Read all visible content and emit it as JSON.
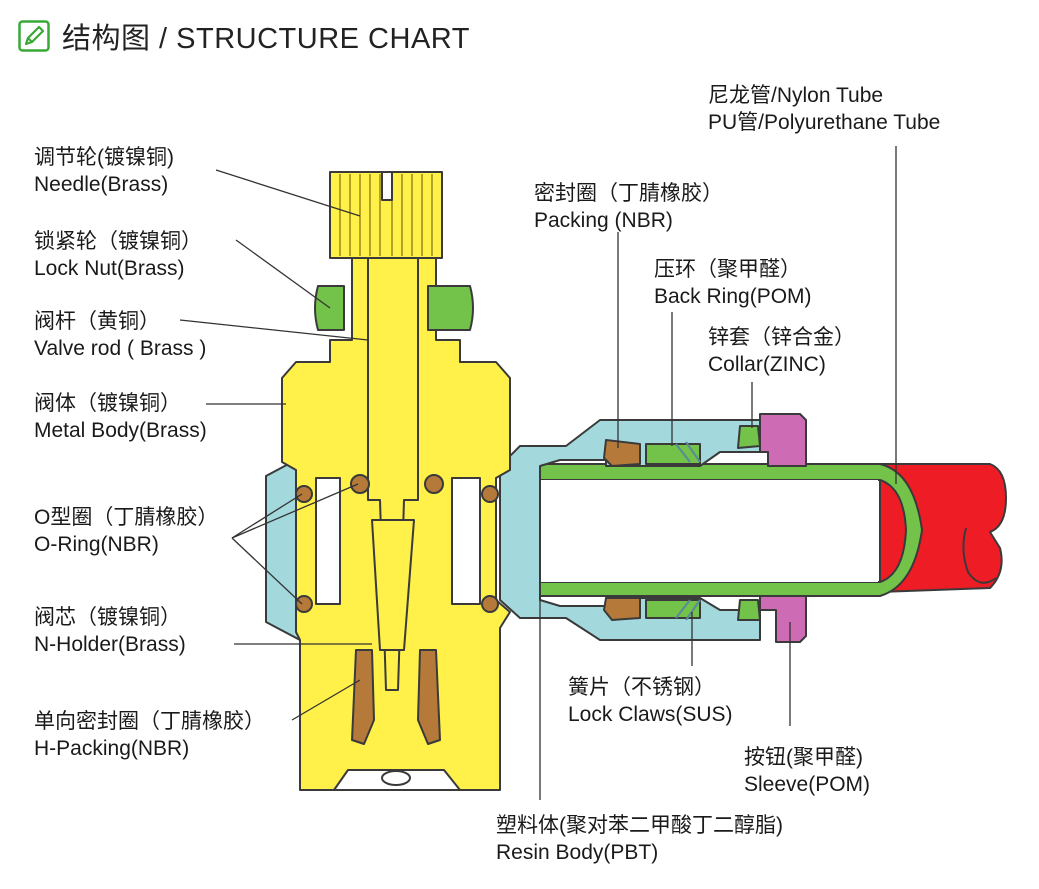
{
  "header": {
    "title": "结构图 / STRUCTURE CHART",
    "logo_icon": "pencil-logo-icon",
    "logo_color": "#39a935"
  },
  "colors": {
    "brass": "#fff04a",
    "outline": "#3a3a3a",
    "green": "#73c24a",
    "light_blue": "#a3d9dc",
    "bronze": "#b57a3a",
    "pink": "#cd6bb5",
    "red": "#ee1c25",
    "white": "#ffffff"
  },
  "labels": {
    "needle": {
      "cn": "调节轮(镀镍铜)",
      "en": "Needle(Brass)"
    },
    "lock_nut": {
      "cn": "锁紧轮（镀镍铜）",
      "en": "Lock Nut(Brass)"
    },
    "valve_rod": {
      "cn": "阀杆（黄铜）",
      "en": "Valve rod ( Brass )"
    },
    "metal_body": {
      "cn": "阀体（镀镍铜）",
      "en": "Metal Body(Brass)"
    },
    "o_ring": {
      "cn": "O型圈（丁腈橡胶）",
      "en": "O-Ring(NBR)"
    },
    "n_holder": {
      "cn": "阀芯（镀镍铜）",
      "en": "N-Holder(Brass)"
    },
    "h_packing": {
      "cn": "单向密封圈（丁腈橡胶）",
      "en": "H-Packing(NBR)"
    },
    "tube": {
      "cn": "尼龙管/Nylon Tube",
      "en": "PU管/Polyurethane Tube"
    },
    "packing": {
      "cn": "密封圈（丁腈橡胶）",
      "en": "Packing (NBR)"
    },
    "back_ring": {
      "cn": "压环（聚甲醛）",
      "en": "Back Ring(POM)"
    },
    "collar": {
      "cn": "锌套（锌合金）",
      "en": "Collar(ZINC)"
    },
    "lock_claws": {
      "cn": "簧片（不锈钢）",
      "en": "Lock Claws(SUS)"
    },
    "sleeve": {
      "cn": "按钮(聚甲醛)",
      "en": "Sleeve(POM)"
    },
    "resin_body": {
      "cn": "塑料体(聚对苯二甲酸丁二醇脂)",
      "en": "Resin Body(PBT)"
    }
  }
}
